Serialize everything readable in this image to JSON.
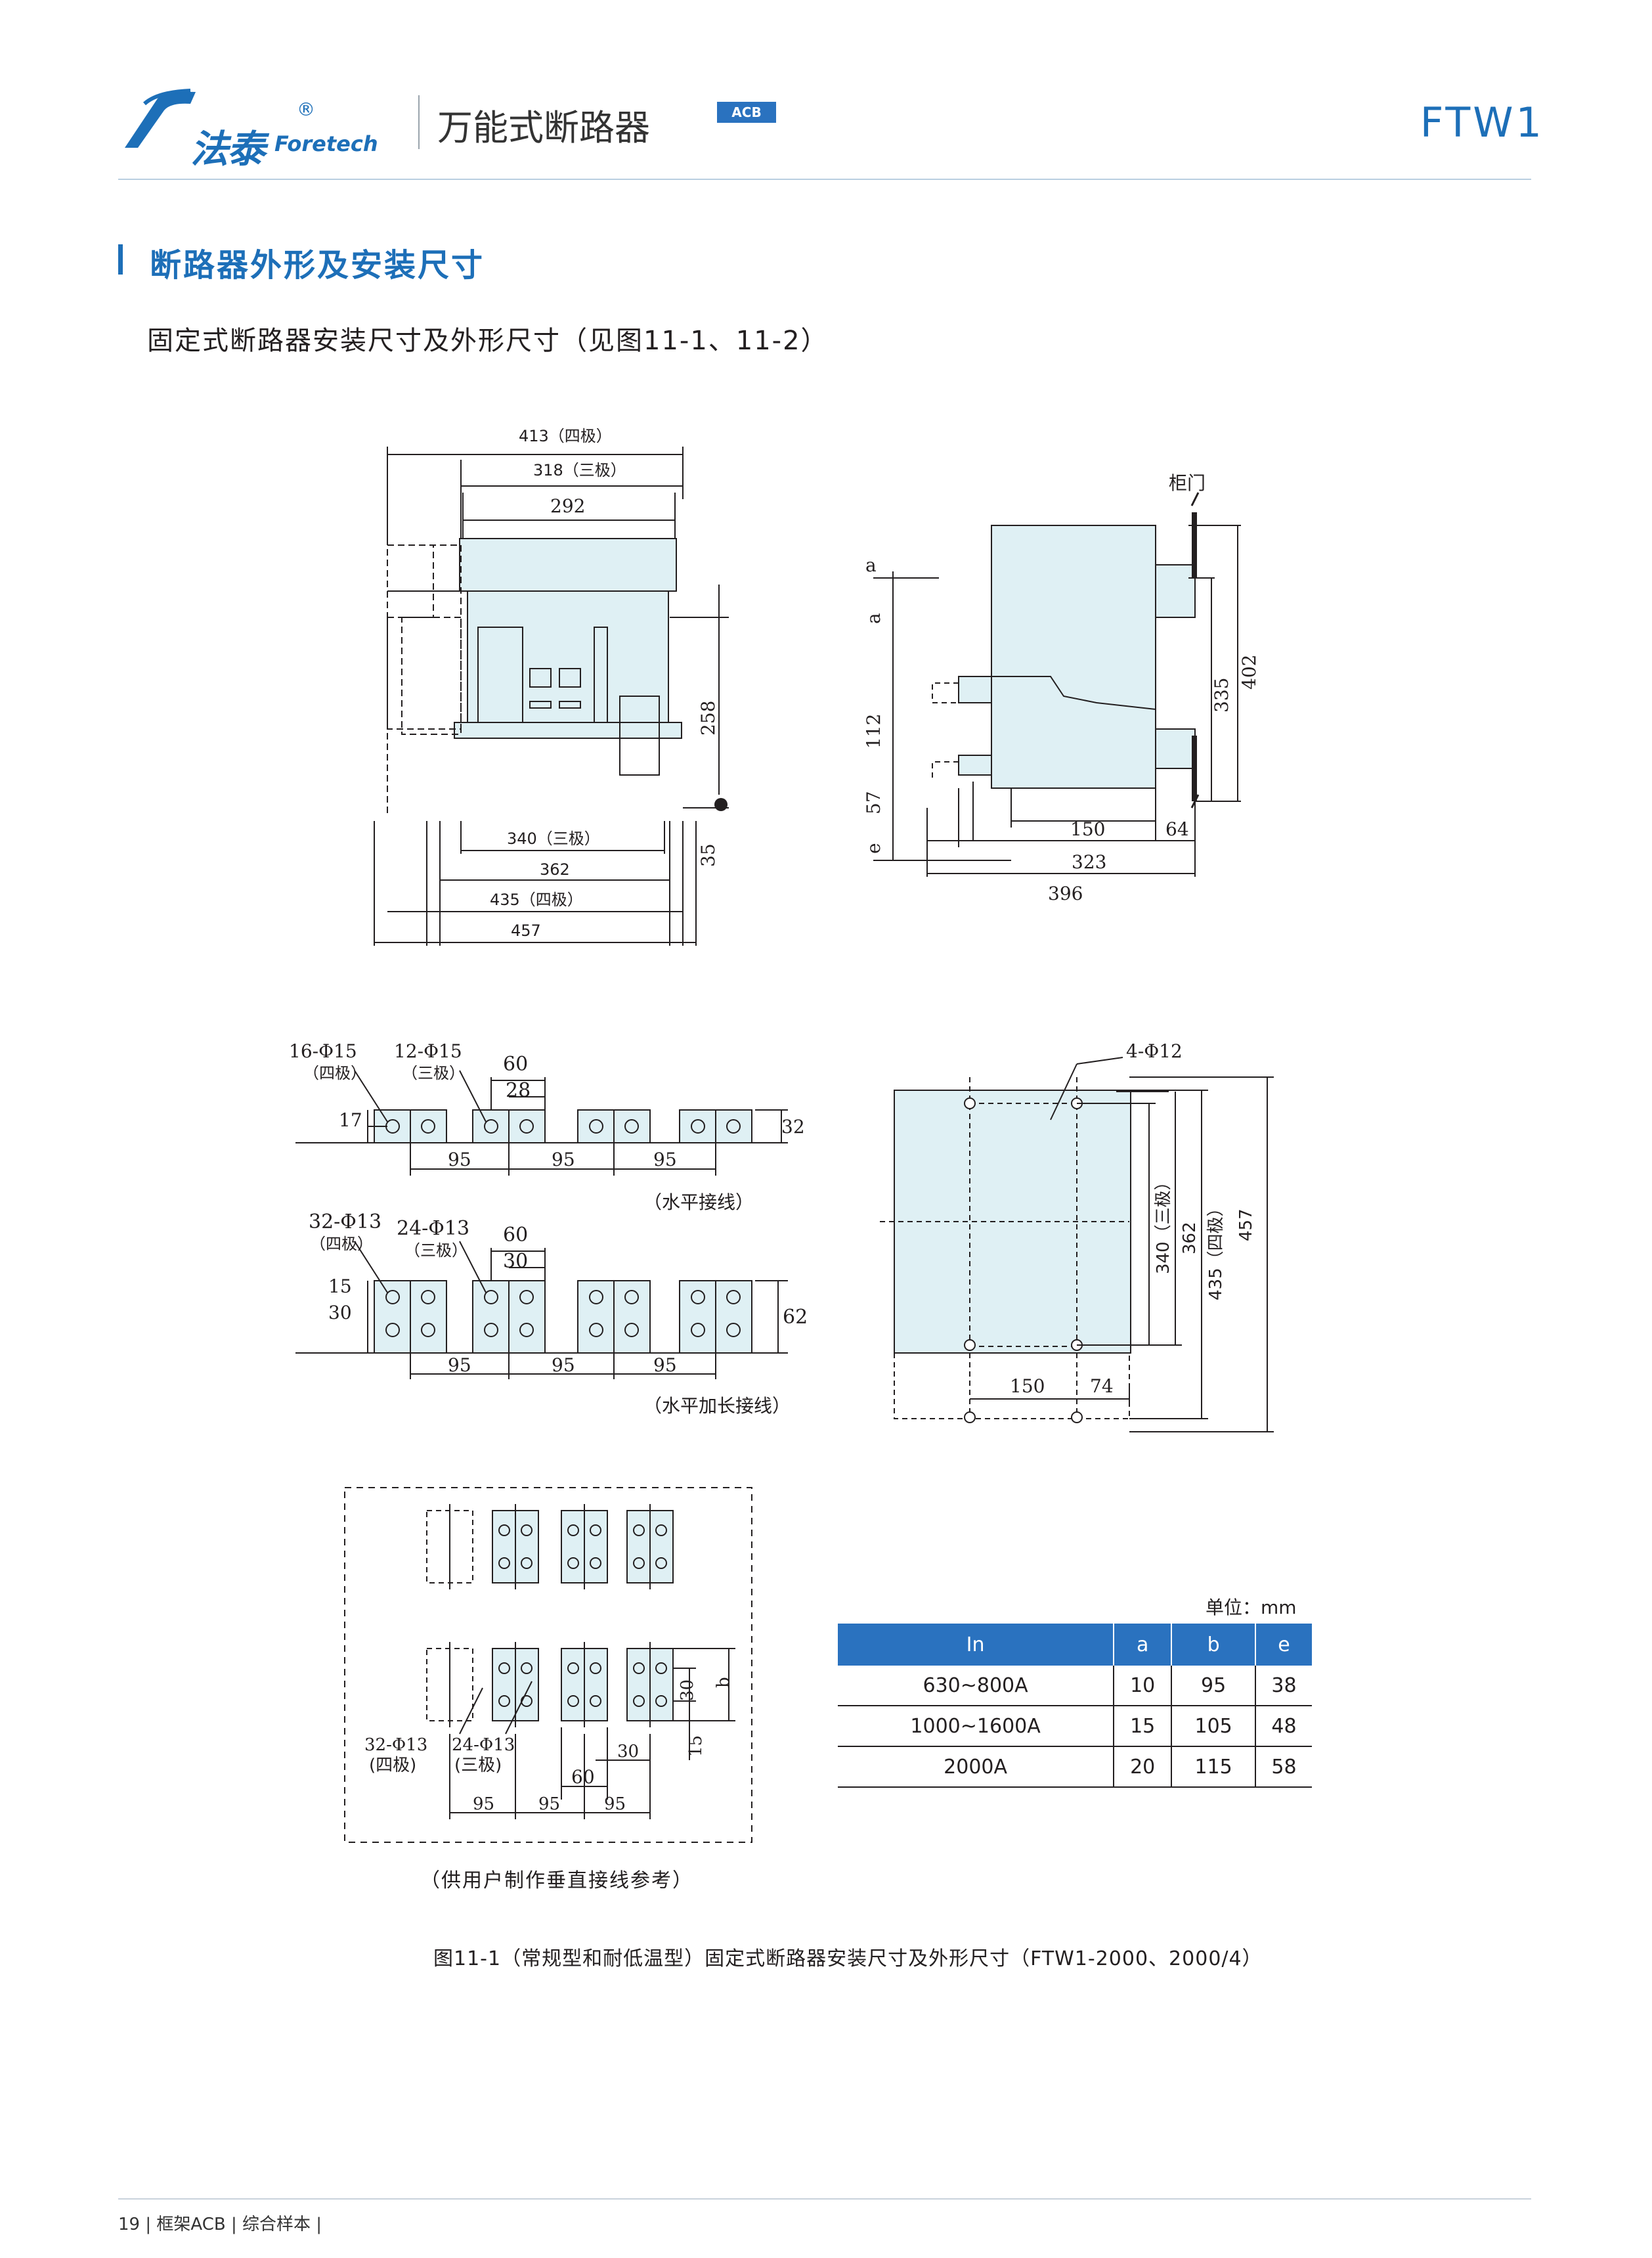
{
  "header": {
    "brand_cn": "法泰",
    "brand_en": "Foretech",
    "brand_reg": "®",
    "product_title": "万能式断路器",
    "badge": "ACB",
    "model": "FTW1"
  },
  "section": {
    "title": "断路器外形及安装尺寸",
    "subtitle": "固定式断路器安装尺寸及外形尺寸（见图11-1、11-2）"
  },
  "front_view": {
    "dims_top": [
      "413（四极）",
      "318（三极）",
      "292"
    ],
    "dim_right_height": "258",
    "dim_right_small": "35",
    "dims_bottom": [
      "340（三极）",
      "362",
      "435（四极）",
      "457"
    ]
  },
  "side_view": {
    "door_label": "柜门",
    "left_labels": [
      "a",
      "a",
      "112",
      "57",
      "e"
    ],
    "right_dims": [
      "335",
      "402"
    ],
    "bottom_dims": [
      "150",
      "64",
      "323",
      "396"
    ]
  },
  "horizontal_wiring": {
    "hole_labels": [
      "16-Φ15",
      "（四极）",
      "12-Φ15",
      "（三极）"
    ],
    "dims": [
      "60",
      "28",
      "17",
      "32",
      "95",
      "95",
      "95"
    ],
    "caption": "（水平接线）"
  },
  "horizontal_ext_wiring": {
    "hole_labels": [
      "32-Φ13",
      "（四极）",
      "24-Φ13",
      "（三极）"
    ],
    "dims": [
      "60",
      "30",
      "15",
      "30",
      "62",
      "95",
      "95",
      "95"
    ],
    "caption": "（水平加长接线）"
  },
  "mounting_view": {
    "hole_label": "4-Φ12",
    "dims_vertical": [
      "340（三极）",
      "362",
      "435（四极）",
      "457"
    ],
    "dims_bottom": [
      "150",
      "74"
    ]
  },
  "vertical_wiring": {
    "hole_labels": [
      "32-Φ13",
      "(四极)",
      "24-Φ13",
      "(三极)"
    ],
    "dims": [
      "30",
      "b",
      "15",
      "30",
      "60",
      "95",
      "95",
      "95"
    ],
    "caption": "（供用户制作垂直接线参考）"
  },
  "table": {
    "unit": "单位：mm",
    "headers": [
      "In",
      "a",
      "b",
      "e"
    ],
    "rows": [
      [
        "630~800A",
        "10",
        "95",
        "38"
      ],
      [
        "1000~1600A",
        "15",
        "105",
        "48"
      ],
      [
        "2000A",
        "20",
        "115",
        "58"
      ]
    ]
  },
  "caption": "图11-1（常规型和耐低温型）固定式断路器安装尺寸及外形尺寸（FTW1-2000、2000/4）",
  "footer": "19 | 框架ACB | 综合样本 |",
  "colors": {
    "brand_blue": "#1d6fb8",
    "header_blue": "#2a72bf",
    "drawing_fill": "#dff0f4"
  }
}
